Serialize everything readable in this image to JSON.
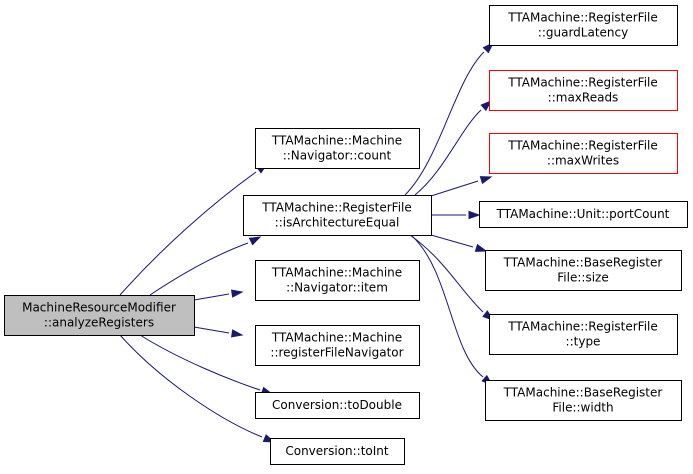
{
  "colors": {
    "edge": "#191970",
    "root_fill": "#bfbfbf",
    "node_fill": "#ffffff",
    "node_border": "#000000",
    "warn_border": "#ff0000"
  },
  "nodes": {
    "root": [
      "MachineResourceModifier",
      "::analyzeRegisters"
    ],
    "nav_count": [
      "TTAMachine::Machine",
      "::Navigator::count"
    ],
    "is_arch_equal": [
      "TTAMachine::RegisterFile",
      "::isArchitectureEqual"
    ],
    "nav_item": [
      "TTAMachine::Machine",
      "::Navigator::item"
    ],
    "rf_navigator": [
      "TTAMachine::Machine",
      "::registerFileNavigator"
    ],
    "to_double": [
      "Conversion::toDouble"
    ],
    "to_int": [
      "Conversion::toInt"
    ],
    "guard_latency": [
      "TTAMachine::RegisterFile",
      "::guardLatency"
    ],
    "max_reads": [
      "TTAMachine::RegisterFile",
      "::maxReads"
    ],
    "max_writes": [
      "TTAMachine::RegisterFile",
      "::maxWrites"
    ],
    "port_count": [
      "TTAMachine::Unit::portCount"
    ],
    "size": [
      "TTAMachine::BaseRegister",
      "File::size"
    ],
    "type": [
      "TTAMachine::RegisterFile",
      "::type"
    ],
    "width": [
      "TTAMachine::BaseRegister",
      "File::width"
    ]
  },
  "edges": [
    [
      "root",
      "nav_count"
    ],
    [
      "root",
      "is_arch_equal"
    ],
    [
      "root",
      "nav_item"
    ],
    [
      "root",
      "rf_navigator"
    ],
    [
      "root",
      "to_double"
    ],
    [
      "root",
      "to_int"
    ],
    [
      "is_arch_equal",
      "guard_latency"
    ],
    [
      "is_arch_equal",
      "max_reads"
    ],
    [
      "is_arch_equal",
      "max_writes"
    ],
    [
      "is_arch_equal",
      "port_count"
    ],
    [
      "is_arch_equal",
      "size"
    ],
    [
      "is_arch_equal",
      "type"
    ],
    [
      "is_arch_equal",
      "width"
    ]
  ]
}
